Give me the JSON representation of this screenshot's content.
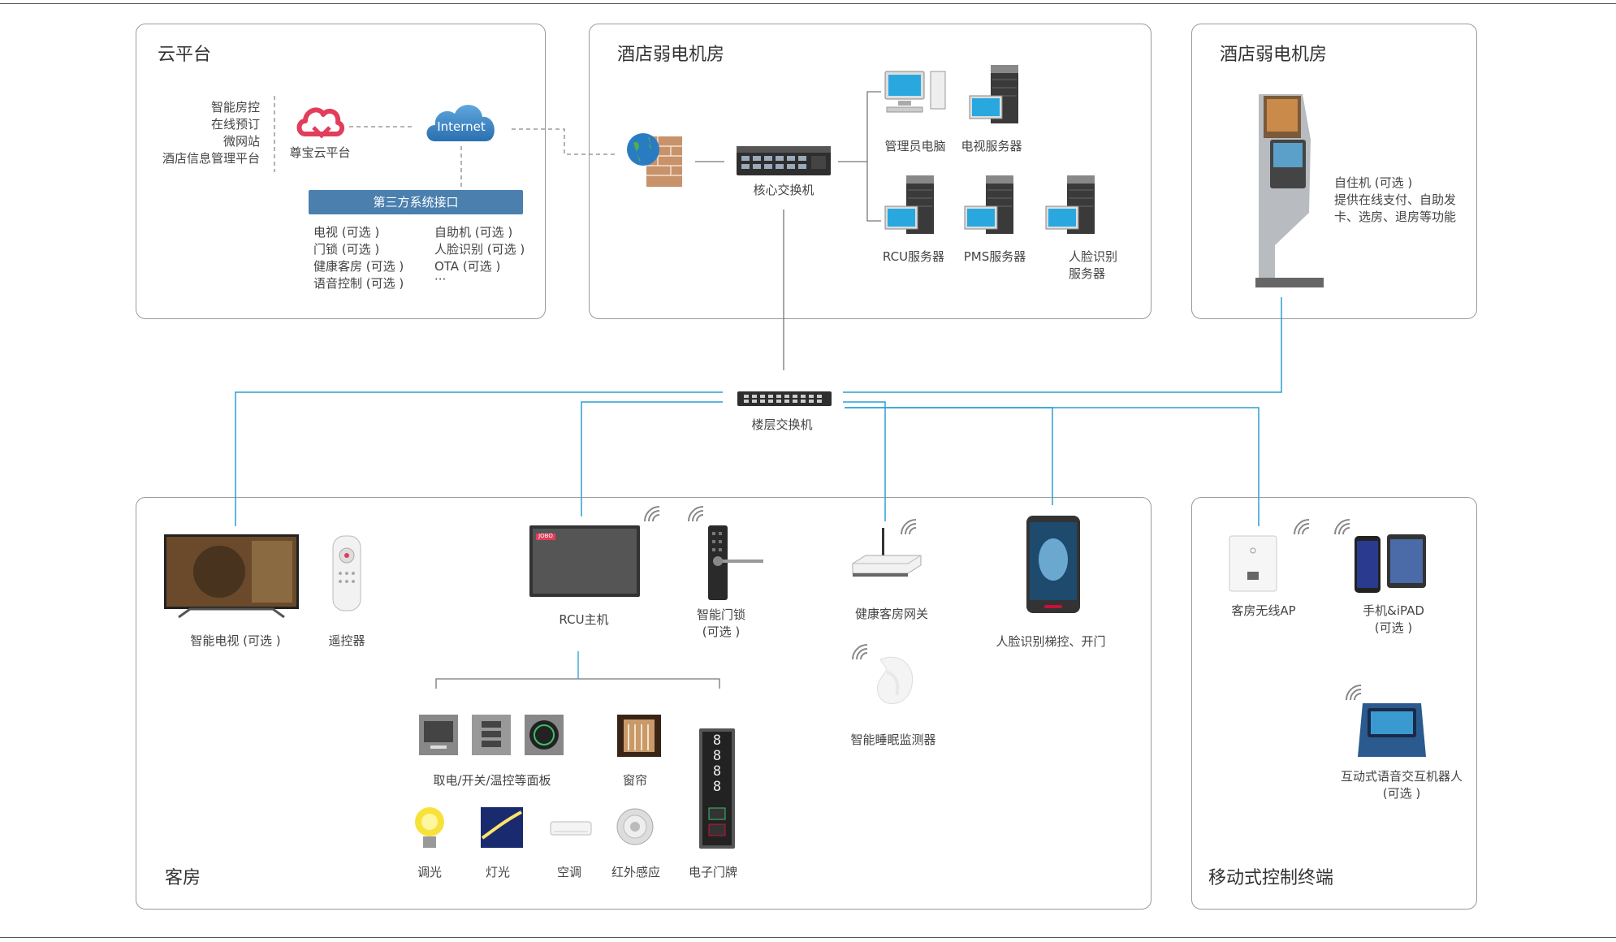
{
  "panels": {
    "cloud": {
      "title": "云平台",
      "features": [
        "智能房控",
        "在线预订",
        "微网站",
        "酒店信息管理平台"
      ],
      "logo_label": "尊宝云平台",
      "internet_label": "Internet",
      "interface_button": "第三方系统接口",
      "interfaces_left": [
        "电视 (可选 )",
        "门锁 (可选 )",
        "健康客房 (可选 )",
        "语音控制 (可选 )"
      ],
      "interfaces_right": [
        "自助机 (可选 )",
        "人脸识别 (可选 )",
        "OTA (可选 )",
        "···"
      ]
    },
    "machine_room": {
      "title": "酒店弱电机房",
      "core_switch": "核心交换机",
      "servers": [
        {
          "label": "管理员电脑"
        },
        {
          "label": "电视服务器"
        },
        {
          "label": "RCU服务器"
        },
        {
          "label": "PMS服务器"
        },
        {
          "label": "人脸识别\n服务器"
        }
      ]
    },
    "kiosk_room": {
      "title": "酒店弱电机房",
      "desc": [
        "自住机 (可选 )",
        "提供在线支付、自助发",
        "卡、选房、退房等功能"
      ]
    },
    "guest_room": {
      "title": "客房",
      "tv": "智能电视 (可选 )",
      "remote": "遥控器",
      "rcu": "RCU主机",
      "rcu_brand": "JOBO",
      "door_lock": "智能门锁\n(可选 )",
      "gateway": "健康客房网关",
      "sleep_monitor": "智能睡眠监测器",
      "face_elevator": "人脸识别梯控、开门",
      "panels_label": "取电/开关/温控等面板",
      "curtain": "窗帘",
      "dimmer": "调光",
      "light": "灯光",
      "ac": "空调",
      "ir": "红外感应",
      "doorplate": "电子门牌",
      "doorplate_digits": "8888"
    },
    "mobile": {
      "title": "移动式控制终端",
      "ap": "客房无线AP",
      "phone": "手机&iPAD\n(可选 )",
      "robot": "互动式语音交互机器人\n(可选 )"
    }
  },
  "floor_switch": "楼层交换机",
  "colors": {
    "wire": "#2b9fd4",
    "dashed": "#888888",
    "button": "#4a7fae"
  }
}
